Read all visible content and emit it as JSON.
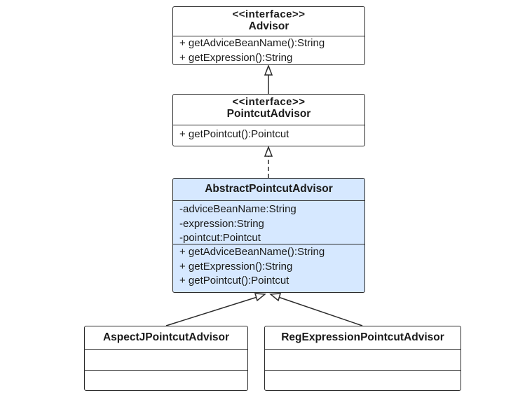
{
  "classes": {
    "advisor": {
      "stereotype": "<<interface>>",
      "name": "Advisor",
      "methods": [
        "+ getAdviceBeanName():String",
        "+ getExpression():String"
      ]
    },
    "pointcut_advisor": {
      "stereotype": "<<interface>>",
      "name": "PointcutAdvisor",
      "methods": [
        "+ getPointcut():Pointcut"
      ]
    },
    "abstract_pointcut_advisor": {
      "name": "AbstractPointcutAdvisor",
      "fields": [
        "-adviceBeanName:String",
        "-expression:String",
        "-pointcut:Pointcut"
      ],
      "methods": [
        "+ getAdviceBeanName():String",
        "+ getExpression():String",
        "+ getPointcut():Pointcut"
      ],
      "fill": "#d6e8ff"
    },
    "aspectj_pointcut_advisor": {
      "name": "AspectJPointcutAdvisor"
    },
    "reg_expression_pointcut_advisor": {
      "name": "RegExpressionPointcutAdvisor"
    }
  },
  "relations": [
    {
      "from": "PointcutAdvisor",
      "to": "Advisor",
      "type": "generalization",
      "line": "solid"
    },
    {
      "from": "AbstractPointcutAdvisor",
      "to": "PointcutAdvisor",
      "type": "realization",
      "line": "dashed"
    },
    {
      "from": "AspectJPointcutAdvisor",
      "to": "AbstractPointcutAdvisor",
      "type": "generalization",
      "line": "solid"
    },
    {
      "from": "RegExpressionPointcutAdvisor",
      "to": "AbstractPointcutAdvisor",
      "type": "generalization",
      "line": "solid"
    }
  ],
  "colors": {
    "stroke": "#2b2b2b",
    "highlight_fill": "#d6e8ff",
    "background": "#ffffff"
  }
}
